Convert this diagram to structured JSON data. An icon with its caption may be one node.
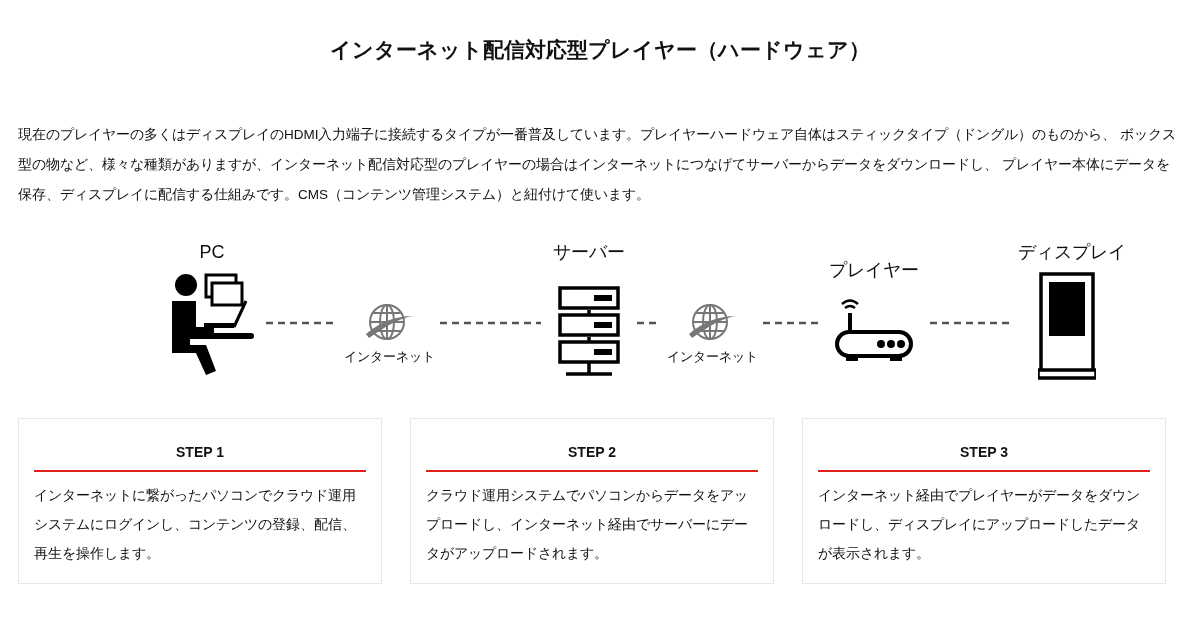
{
  "diagram": {
    "title": "インターネット配信対応型プレイヤー（ハードウェア）",
    "nodes": [
      {
        "text": [
          "PC"
        ]
      },
      {
        "text": [
          "インターネット"
        ]
      },
      {
        "text": [
          "サーバー"
        ]
      },
      {
        "text": [
          "インターネット"
        ]
      },
      {
        "text": [
          "プレイヤー"
        ]
      },
      {
        "text": [
          "ディスプレイ"
        ]
      },
      {
        "text": [
          "STEP 1",
          "インターネットに繋がったパソコンでクラウド運用システムにログインし、コンテンツの登録、配信、再生を操作します。"
        ]
      },
      {
        "text": [
          "STEP 2",
          "クラウド運用システムでパソコンからデータをアップロードし、インターネット経由でサーバーにデータがアップロードされます。"
        ]
      },
      {
        "text": [
          "STEP 3",
          "インターネット経由でプレイヤーがデータをダウンロードし、ディスプレイにアップロードしたデータが表示されます。"
        ]
      }
    ],
    "edges": [
      {
        "from": 0,
        "to": 1,
        "arrow": "none",
        "style": "dashed"
      },
      {
        "from": 1,
        "to": 2,
        "arrow": "none",
        "style": "dashed"
      },
      {
        "from": 2,
        "to": 3,
        "arrow": "none",
        "style": "dashed"
      },
      {
        "from": 3,
        "to": 4,
        "arrow": "none",
        "style": "dashed"
      },
      {
        "from": 4,
        "to": 5,
        "arrow": "none",
        "style": "dashed"
      }
    ],
    "labels": [
      "現在のプレイヤーの多くはディスプレイのHDMI入力端子に接続するタイプが一番普及しています。プレイヤーハードウェア自体はスティックタイプ（ドングル）のものから、 ボックス型の物など、様々な種類がありますが、インターネット配信対応型のプレイヤーの場合はインターネットにつなげてサーバーからデータをダウンロードし、 プレイヤー本体にデータを保存、ディスプレイに配信する仕組みです。CMS（コンテンツ管理システム）と紐付けて使います。"
    ]
  }
}
